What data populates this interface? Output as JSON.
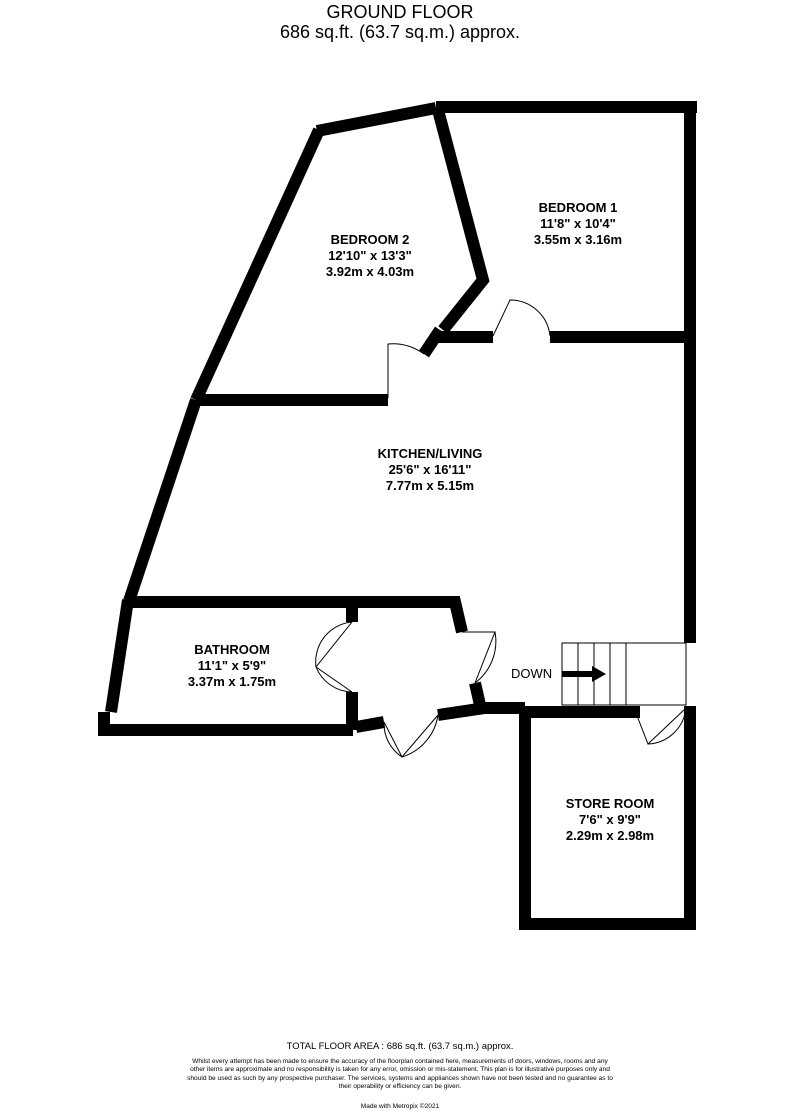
{
  "header": {
    "floor": "GROUND FLOOR",
    "area": "686 sq.ft. (63.7 sq.m.) approx."
  },
  "rooms": {
    "bedroom2": {
      "name": "BEDROOM 2",
      "imperial": "12'10\"  x 13'3\"",
      "metric": "3.92m  x 4.03m"
    },
    "bedroom1": {
      "name": "BEDROOM 1",
      "imperial": "11'8\"  x 10'4\"",
      "metric": "3.55m  x 3.16m"
    },
    "kitchen": {
      "name": "KITCHEN/LIVING",
      "imperial": "25'6\"  x 16'11\"",
      "metric": "7.77m  x 5.15m"
    },
    "bathroom": {
      "name": "BATHROOM",
      "imperial": "11'1\"  x 5'9\"",
      "metric": "3.37m  x 1.75m"
    },
    "store": {
      "name": "STORE ROOM",
      "imperial": "7'6\"  x 9'9\"",
      "metric": "2.29m  x 2.98m"
    }
  },
  "stairs": {
    "label": "DOWN"
  },
  "footer": {
    "total": "TOTAL FLOOR AREA : 686 sq.ft. (63.7 sq.m.) approx.",
    "disclaimer": "Whilst every attempt has been made to ensure the accuracy of the floorplan contained here, measurements of doors, windows, rooms and any other items are approximate and no responsibility is taken for any error, omission or mis-statement. This plan is for illustrative purposes only and should be used as such by any prospective purchaser. The services, systems and appliances shown have not been tested and no guarantee as to their operability or efficiency can be given.",
    "made_with": "Made with Metropix ©2021"
  },
  "colors": {
    "wall": "#000000",
    "background": "#ffffff"
  }
}
